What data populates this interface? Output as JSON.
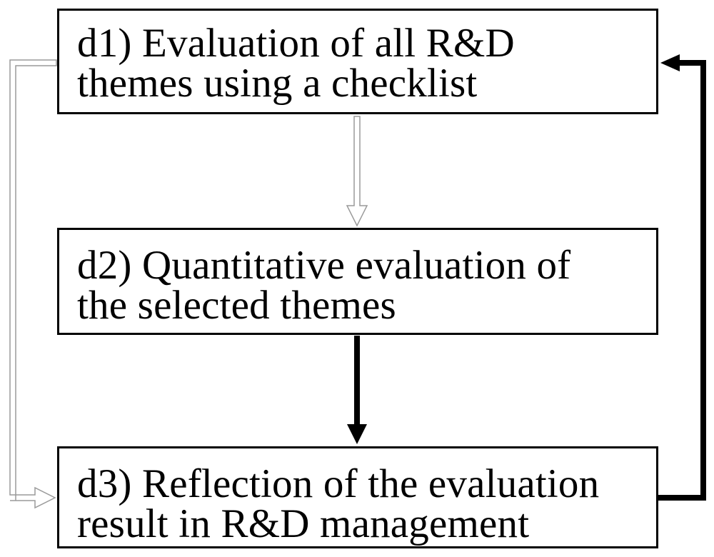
{
  "diagram": {
    "nodes": [
      {
        "id": "d1",
        "text": "d1) Evaluation of all R&D\nthemes using a checklist"
      },
      {
        "id": "d2",
        "text": "d2) Quantitative evaluation of\nthe selected themes"
      },
      {
        "id": "d3",
        "text": "d3) Reflection of the evaluation\nresult in R&D management"
      }
    ],
    "edges": [
      {
        "from": "d1",
        "to": "d2",
        "style": "hollow-gray"
      },
      {
        "from": "d2",
        "to": "d3",
        "style": "bold-black"
      },
      {
        "from": "d3",
        "to": "d1",
        "style": "bold-black"
      },
      {
        "from": "d1",
        "to": "d3",
        "style": "hollow-gray"
      }
    ],
    "colors": {
      "box_border": "#000000",
      "bold_arrow": "#000000",
      "hollow_arrow": "#9a9a9a"
    }
  }
}
